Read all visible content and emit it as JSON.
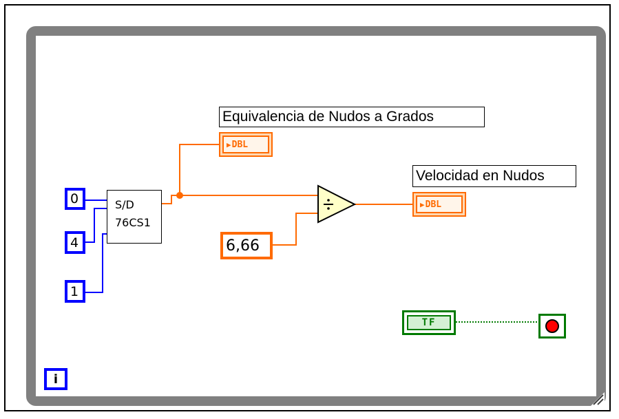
{
  "constants": {
    "c0": "0",
    "c4": "4",
    "c1": "1",
    "divisor": "6,66"
  },
  "subvi": {
    "line1": "S/D",
    "line2": "76CS1"
  },
  "labels": {
    "equivalence": "Equivalencia de Nudos a Grados",
    "speed": "Velocidad en Nudos"
  },
  "indicators": {
    "type": "DBL"
  },
  "boolean_constant": "TF",
  "iteration_terminal": "i",
  "icons": {
    "divide": "divide-icon",
    "stop": "stop-icon"
  },
  "colors": {
    "int_wire": "#0000ff",
    "dbl_wire": "#ff6a00",
    "bool_wire": "#007a00",
    "loop_frame": "#808080"
  }
}
